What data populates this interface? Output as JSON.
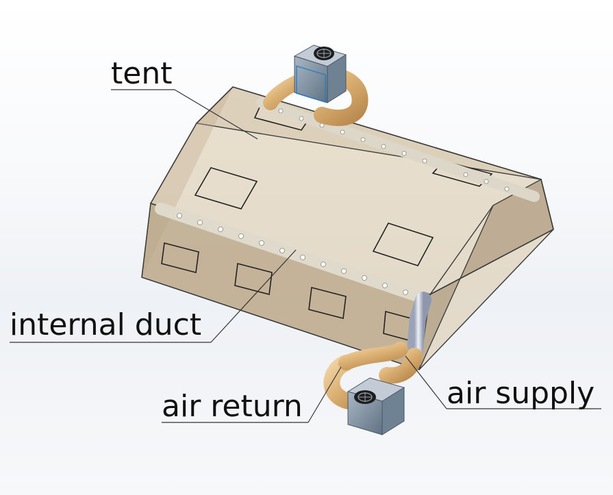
{
  "labels": {
    "tent": "tent",
    "internal_duct": "internal duct",
    "air_return": "air return",
    "air_supply": "air supply"
  },
  "colors": {
    "tent_fill": "#c9b89a",
    "tent_edge": "#4a4a4a",
    "duct_tube": "#dcd3c2",
    "flex_hose": "#d9b27a",
    "unit_body": "#7f93a6",
    "unit_accent": "#2a7bbf",
    "leader_line": "#333333"
  },
  "icons": {
    "unit_fan": "fan-icon"
  }
}
